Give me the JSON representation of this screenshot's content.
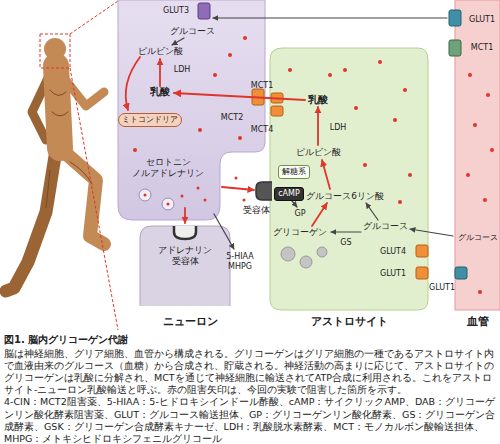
{
  "diagram": {
    "title": "図1. 脳内グリコーゲン代謝",
    "caption": "脳は神経細胞、グリア細胞、血管から構成される。グリコーゲンはグリア細胞の一種であるアストロサイト内で血液由来のグルコース（血糖）から合成され、貯蔵される。神経活動の高まりに応じて、アストロサイトのグリコーゲンは乳酸に分解され、MCTを通じて神経細胞に輸送されてATP合成に利用される。これをアストロサイト-ニューロン乳酸輸送と呼ぶ。赤の阻害矢印は、今回の実験で阻害した箇所を示す。",
    "nodes": [
      {
        "text": [
          "ニューロン"
        ]
      },
      {
        "text": [
          "ミトコンドリア"
        ],
        "in": 0
      },
      {
        "text": [
          "アドレナリン 受容体"
        ],
        "in": 0
      },
      {
        "text": [
          "アストロサイト"
        ]
      },
      {
        "text": [
          "解糖系"
        ],
        "in": 3
      },
      {
        "text": [
          "cAMP"
        ],
        "in": 3
      },
      {
        "text": [
          "受容体"
        ]
      },
      {
        "text": [
          "血管"
        ]
      }
    ],
    "labels": [
      "GLUT3",
      "グルコース",
      "ピルビン酸",
      "LDH",
      "乳酸",
      "MCT2",
      "MCT1",
      "MCT4",
      "乳酸",
      "LDH",
      "ピルビン酸",
      "セロトニン ノルアドレナリン",
      "グルコース6リン酸",
      "GP",
      "グリコーゲン",
      "グルコース",
      "GS",
      "5-HIAA MHPG",
      "GLUT4",
      "GLUT1",
      "GLUT1",
      "グルコース",
      "GLUT1",
      "MCT1",
      "4-CIN：MCT2阻害薬、5-HIAA：5-ヒドロキシインドール酢酸、cAMP：サイクリックAMP、DAB：グリコーゲンリン酸化酵素阻害薬、GLUT：グルコース輸送担体、GP：グリコーゲンリン酸化酵素、GS：グリコーゲン合成酵素、GSK：グリコーゲン合成酵素キナーゼ、LDH：乳酸脱水素酵素、MCT：モノカルボン酸輸送担体、MHPG：メトキシヒドロキシフェニルグリコール"
    ]
  }
}
